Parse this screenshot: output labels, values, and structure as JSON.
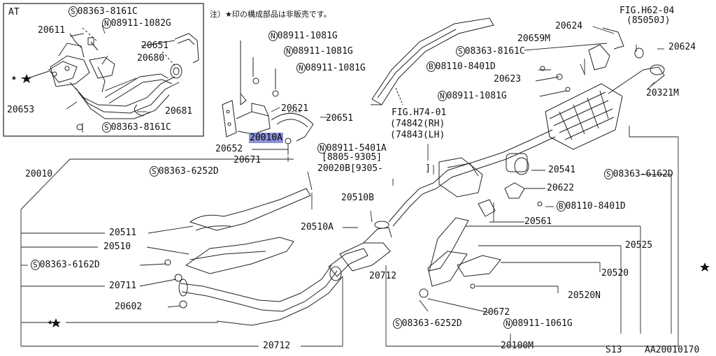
{
  "diagram": {
    "note": "注）★印の構成部品は非販売です。",
    "inset_title": "AT",
    "footer_model": "S13",
    "footer_code": "AA20010170",
    "star": "★",
    "fig_h62": "FIG.H62-04",
    "fig_h62_sub": "(85050J)",
    "fig_h74": "FIG.H74-01",
    "fig_h74_rh": "(74842(RH)",
    "fig_h74_lh": "(74843(LH)",
    "dates_1": "[8805-9305]",
    "dates_2_part": "20020B[9305-",
    "dates_2_end": "]",
    "prefix_s": "S",
    "prefix_n": "N",
    "prefix_b": "B",
    "parts": {
      "p08363_8161C_a": "08363-8161C",
      "p08911_1082G": "08911-1082G",
      "p20611": "20611",
      "p20651_a": "20651",
      "p20680": "20680",
      "p20653": "20653",
      "p20681": "20681",
      "p08363_8161C_b": "08363-8161C",
      "p08911_1081G_a": "08911-1081G",
      "p08911_1081G_b": "08911-1081G",
      "p08911_1081G_c": "08911-1081G",
      "p20621": "20621",
      "p20651_b": "20651",
      "p20010_hl": "20010A",
      "p20652": "20652",
      "p20671": "20671",
      "p08911_5401A": "08911-5401A",
      "p20010": "20010",
      "p08363_6252D_a": "08363-6252D",
      "p20624_a": "20624",
      "p20659M": "20659M",
      "p20624_b": "20624",
      "p08363_8161C_c": "08363-8161C",
      "p08110_8401D_a": "08110-8401D",
      "p20623": "20623",
      "p20321M": "20321M",
      "p08911_1081G_d": "08911-1081G",
      "p20541": "20541",
      "p08363_6162D_a": "08363-6162D",
      "p20622": "20622",
      "p08110_8401D_b": "08110-8401D",
      "p20510B": "20510B",
      "p20511": "20511",
      "p20510A": "20510A",
      "p20561": "20561",
      "p20510": "20510",
      "p20525": "20525",
      "p08363_6162D_b": "08363-6162D",
      "p20711": "20711",
      "p20712_a": "20712",
      "p20520": "20520",
      "p20602": "20602",
      "p20520N": "20520N",
      "p20672": "20672",
      "p08363_6252D_b": "08363-6252D",
      "p08911_1061G": "08911-1061G",
      "p20712_b": "20712",
      "p20100M": "20100M"
    }
  }
}
